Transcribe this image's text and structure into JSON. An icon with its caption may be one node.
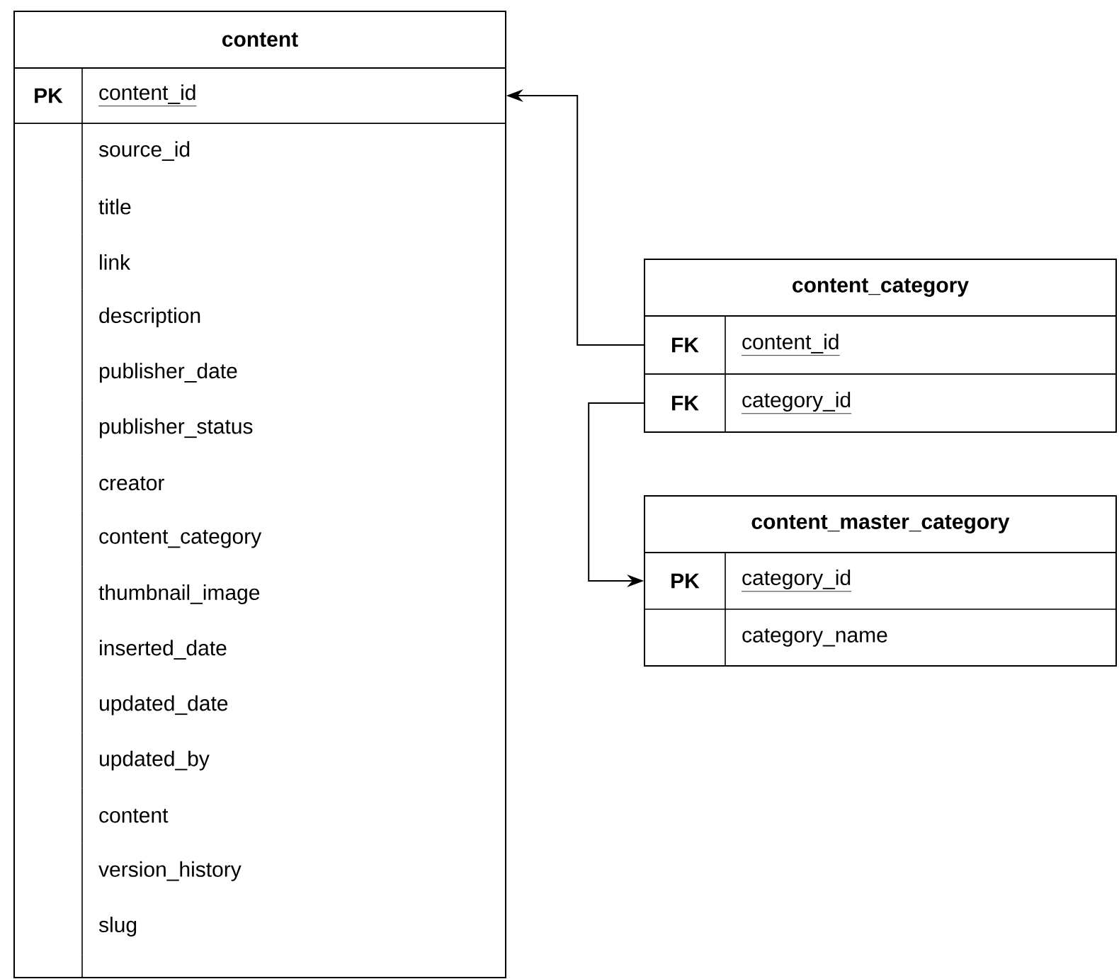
{
  "diagram": {
    "nodes": [
      {
        "text": [
          "content"
        ]
      },
      {
        "text": [
          "PK",
          "content_id"
        ],
        "in": 0
      },
      {
        "text": [
          "source_id"
        ],
        "in": 0
      },
      {
        "text": [
          "title"
        ],
        "in": 0
      },
      {
        "text": [
          "link"
        ],
        "in": 0
      },
      {
        "text": [
          "description"
        ],
        "in": 0
      },
      {
        "text": [
          "publisher_date"
        ],
        "in": 0
      },
      {
        "text": [
          "publisher_status"
        ],
        "in": 0
      },
      {
        "text": [
          "creator"
        ],
        "in": 0
      },
      {
        "text": [
          "content_category"
        ],
        "in": 0
      },
      {
        "text": [
          "thumbnail_image"
        ],
        "in": 0
      },
      {
        "text": [
          "inserted_date"
        ],
        "in": 0
      },
      {
        "text": [
          "updated_date"
        ],
        "in": 0
      },
      {
        "text": [
          "updated_by"
        ],
        "in": 0
      },
      {
        "text": [
          "content"
        ],
        "in": 0
      },
      {
        "text": [
          "version_history"
        ],
        "in": 0
      },
      {
        "text": [
          "slug"
        ],
        "in": 0
      },
      {
        "text": [
          "content_category"
        ]
      },
      {
        "text": [
          "FK",
          "content_id"
        ],
        "in": 17
      },
      {
        "text": [
          "FK",
          "category_id"
        ],
        "in": 17
      },
      {
        "text": [
          "content_master_category"
        ]
      },
      {
        "text": [
          "PK",
          "category_id"
        ],
        "in": 20
      },
      {
        "text": [
          "category_name"
        ],
        "in": 20
      }
    ],
    "edges": [
      {
        "from": 18,
        "to": 1,
        "arrow": "to"
      },
      {
        "from": 19,
        "to": 21,
        "arrow": "to"
      }
    ]
  }
}
